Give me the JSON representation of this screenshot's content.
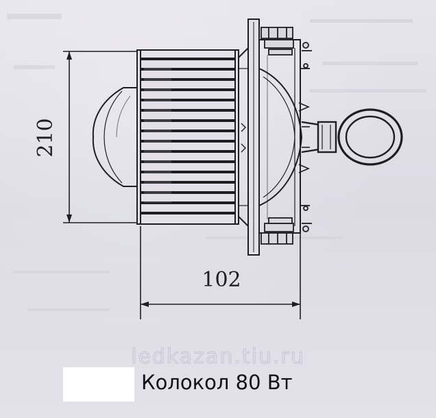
{
  "dimensions": {
    "height_label": "210",
    "width_label": "102"
  },
  "watermark": "ledkazan.tiu.ru",
  "caption": "Колокол 80 Вт"
}
